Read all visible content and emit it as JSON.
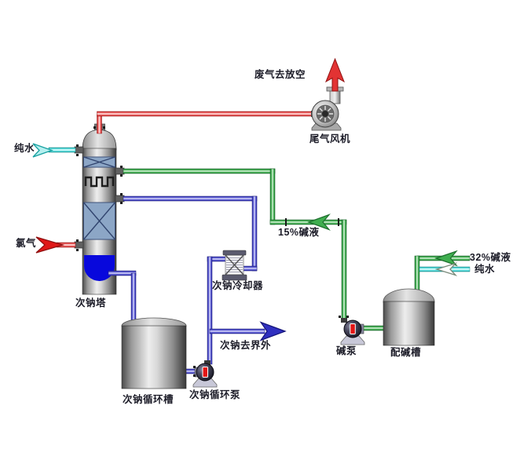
{
  "labels": {
    "waste_gas_vent": "废气去放空",
    "tail_gas_fan": "尾气风机",
    "pure_water_left": "纯水",
    "chlorine_gas": "氯气",
    "hypo_tower": "次钠塔",
    "alkali_15": "15%碱液",
    "hypo_cooler": "次钠冷却器",
    "hypo_to_battery": "次钠去界外",
    "circulation_tank": "次钠循环槽",
    "circulation_pump": "次钠循环泵",
    "alkali_pump": "碱泵",
    "alkali_prep_tank": "配碱槽",
    "alkali_32": "32%碱液",
    "pure_water_right": "纯水"
  },
  "colors": {
    "gas_pipe_red": "#e23333",
    "alkali_pipe_green": "#3fae4f",
    "hypochlorite_pipe_blue": "#4a4ace",
    "water_pipe_cyan": "#49d8d8",
    "tower_liquid_blue": "#0808dc",
    "packing_blue": "#8ca6c6",
    "vessel_metal_gray": "#9a9a9a"
  }
}
